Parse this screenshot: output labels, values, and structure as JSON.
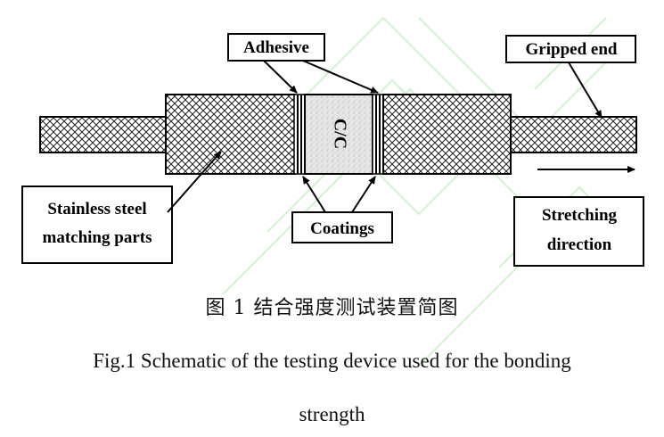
{
  "labels": {
    "adhesive": "Adhesive",
    "gripped_end": "Gripped end",
    "cc": "C/C",
    "stainless_line1": "Stainless steel",
    "stainless_line2": "matching parts",
    "coatings": "Coatings",
    "stretching_line1": "Stretching",
    "stretching_line2": "direction"
  },
  "caption": {
    "chinese": "图 1 结合强度测试装置简图",
    "english_line1": "Fig.1 Schematic of the testing device used for the bonding",
    "english_line2": "strength"
  },
  "colors": {
    "watermark": "#c9f2c6",
    "ink": "#000000",
    "cc_fill": "#e8e8e8"
  }
}
